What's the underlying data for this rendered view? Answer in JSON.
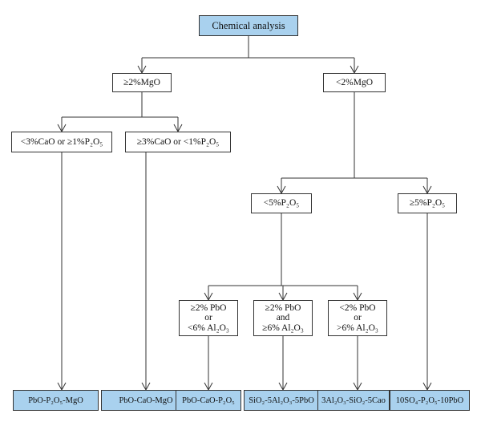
{
  "nodes": {
    "root": "Chemical analysis",
    "mgo_high": "≥2%MgO",
    "mgo_low": "<2%MgO",
    "cao_low": "<3%CaO or ≥1%P₂O₅",
    "cao_high": "≥3%CaO or <1%P₂O₅",
    "p2o5_low": "<5%P₂O₅",
    "p2o5_high": "≥5%P₂O₅",
    "cond1": [
      "≥2% PbO",
      "or",
      "<6% Al₂O₃"
    ],
    "cond2": [
      "≥2% PbO",
      "and",
      "≥6% Al₂O₃"
    ],
    "cond3": [
      "<2% PbO",
      "or",
      ">6% Al₂O₃"
    ]
  },
  "leaves": [
    "PbO-P₂O₅-MgO",
    "PbO-CaO-MgO",
    "PbO-CaO-P₂O₅",
    "SiO₂-5Al₂O₃-5PbO",
    "3Al₂O₃-SiO₂-5Cao",
    "10SO₄-P₂O₅-10PbO"
  ]
}
